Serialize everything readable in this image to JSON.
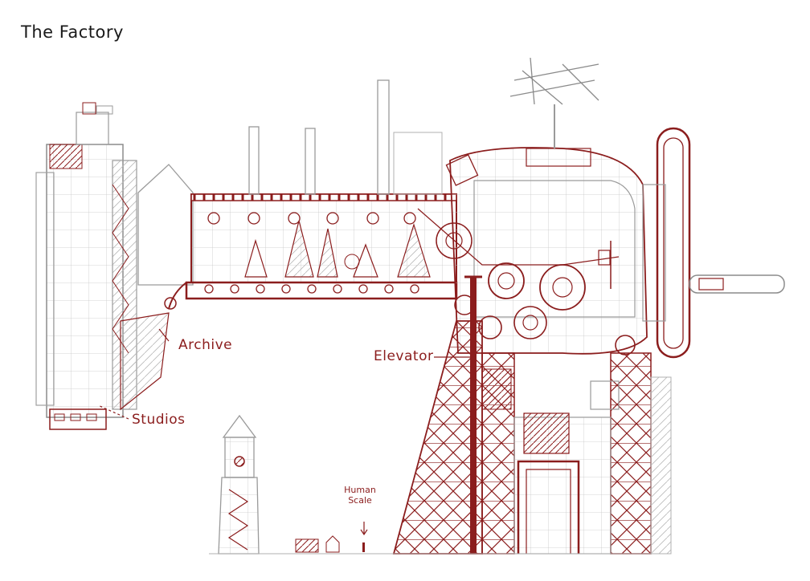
{
  "title": "The Factory",
  "labels": {
    "archive": "Archive",
    "elevator": "Elevator",
    "studios": "Studios",
    "human_scale_line1": "Human",
    "human_scale_line2": "Scale"
  },
  "colors": {
    "ink_red": "#8b1d1d",
    "pencil_grey": "#9a9a9a",
    "title_ink": "#1a1a1a",
    "paper": "#ffffff"
  }
}
